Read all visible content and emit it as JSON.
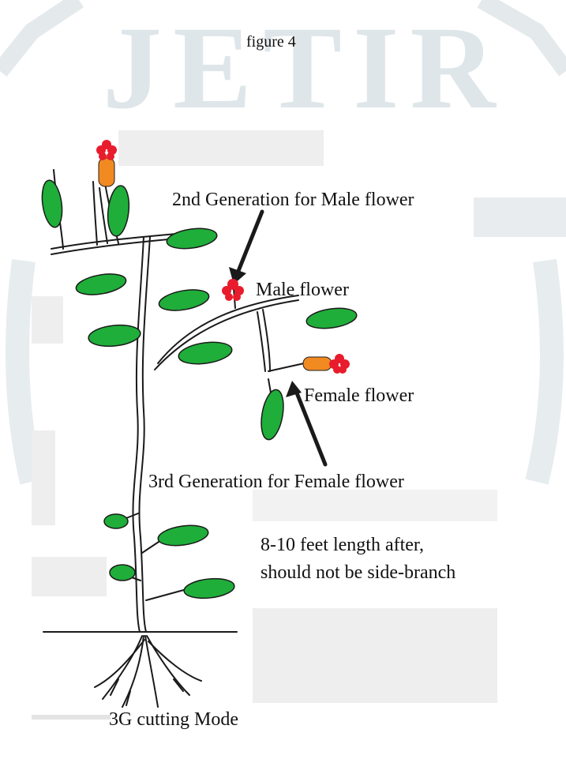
{
  "figure_caption": "figure 4",
  "watermark": {
    "text": "JETIR",
    "color": "#e4e9ec"
  },
  "labels": {
    "second_generation": "2nd Generation for Male flower",
    "male_flower": "Male flower",
    "female_flower": "Female flower",
    "third_generation": "3rd Generation for Female flower",
    "length_note_line1": "8-10 feet length after,",
    "length_note_line2": "should not be side-branch",
    "caption": "3G cutting Mode"
  },
  "colors": {
    "leaf": "#1fae3a",
    "flower": "#e81c2c",
    "ovary": "#f28a22",
    "stem": "#1a1a1a"
  }
}
